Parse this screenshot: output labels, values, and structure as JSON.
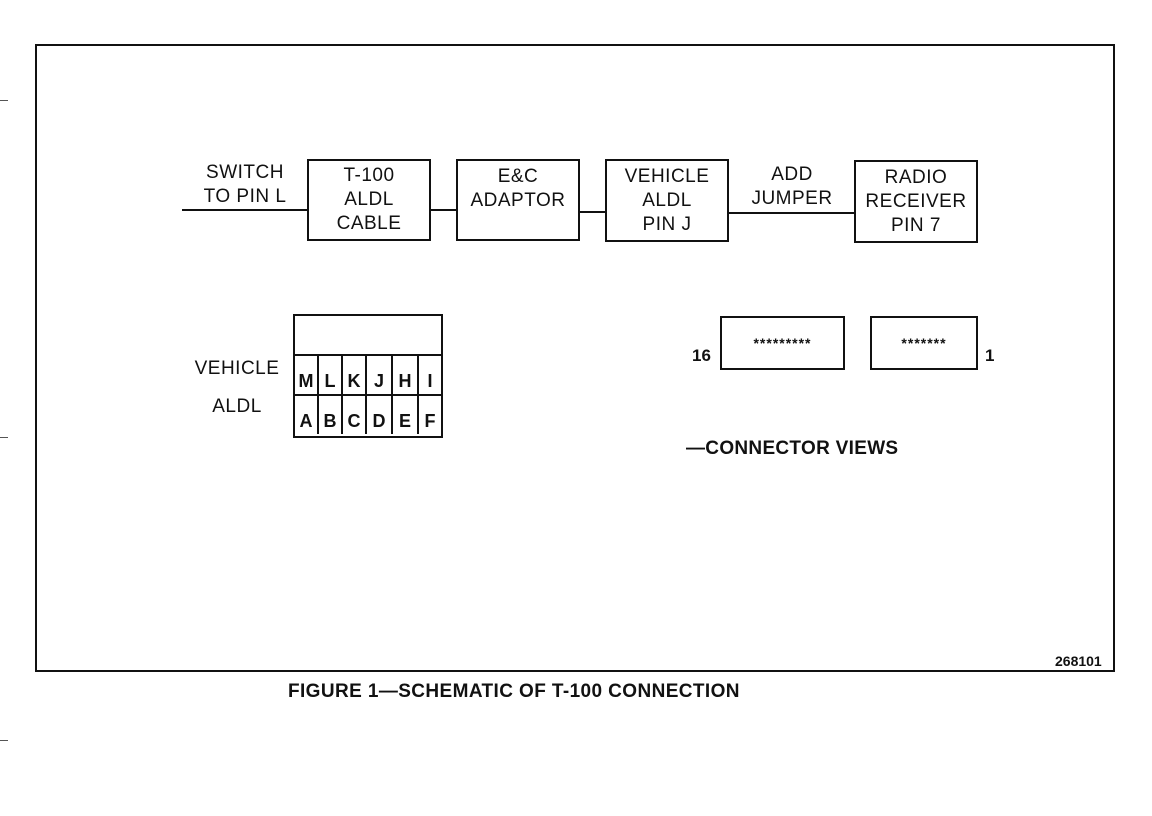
{
  "schematic": {
    "switch_label": [
      "SWITCH",
      "TO PIN L"
    ],
    "blocks": [
      {
        "lines": [
          "T-100",
          "ALDL",
          "CABLE"
        ]
      },
      {
        "lines": [
          "E&C",
          "ADAPTOR"
        ]
      },
      {
        "lines": [
          "VEHICLE",
          "ALDL",
          "PIN J"
        ]
      },
      {
        "lines": [
          "RADIO",
          "RECEIVER",
          "PIN 7"
        ]
      }
    ],
    "jumper_label": [
      "ADD",
      "JUMPER"
    ]
  },
  "aldl": {
    "label": [
      "VEHICLE",
      "ALDL"
    ],
    "top_row": [
      "M",
      "L",
      "K",
      "J",
      "H",
      "I"
    ],
    "bottom_row": [
      "A",
      "B",
      "C",
      "D",
      "E",
      "F"
    ]
  },
  "connectors": {
    "left": {
      "pins": "*********",
      "number": "16"
    },
    "right": {
      "pins": "*******",
      "number": "1"
    },
    "caption": "—CONNECTOR VIEWS"
  },
  "figure_number": "268101",
  "caption": "FIGURE 1—SCHEMATIC OF T-100 CONNECTION"
}
